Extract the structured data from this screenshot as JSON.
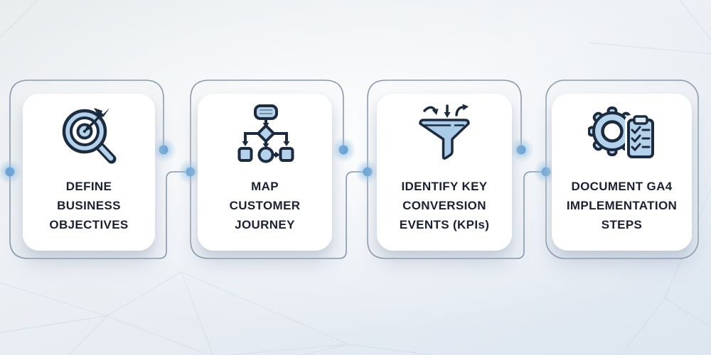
{
  "steps": [
    {
      "label": "DEFINE\nBUSINESS\nOBJECTIVES",
      "icon": "target-magnifier-icon"
    },
    {
      "label": "MAP\nCUSTOMER\nJOURNEY",
      "icon": "flowchart-icon"
    },
    {
      "label": "IDENTIFY KEY\nCONVERSION\nEVENTS (KPIs)",
      "icon": "funnel-icon"
    },
    {
      "label": "DOCUMENT GA4\nIMPLEMENTATION\nSTEPS",
      "icon": "gear-clipboard-icon"
    }
  ],
  "colors": {
    "icon_fill": "#b5d2ec",
    "icon_stroke": "#1d2b3f",
    "card_background": "#ffffff",
    "label_text": "#1a2130",
    "wire_stroke": "#8799ab",
    "dot_core": "#68a4d6",
    "dot_glow": "#8abbe5",
    "background_light": "#eef1f4",
    "background_dark": "#dde6f0"
  }
}
